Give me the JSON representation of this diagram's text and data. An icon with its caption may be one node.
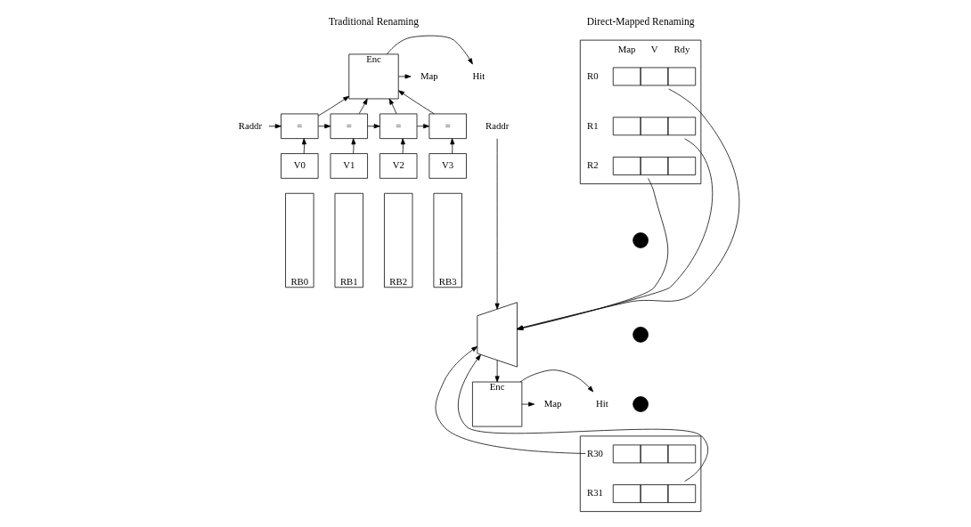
{
  "diagram": {
    "nodes": [
      {
        "text": [
          "Enc"
        ]
      },
      {
        "text": [
          "Hit"
        ]
      },
      {
        "text": [
          "Map"
        ]
      },
      {
        "text": [
          "Raddr"
        ]
      },
      {
        "text": [
          "="
        ]
      },
      {
        "text": [
          "="
        ]
      },
      {
        "text": [
          "="
        ]
      },
      {
        "text": [
          "="
        ]
      },
      {
        "text": [
          "V0"
        ]
      },
      {
        "text": [
          "V1"
        ]
      },
      {
        "text": [
          "V2"
        ]
      },
      {
        "text": [
          "V3"
        ]
      },
      {
        "text": [
          "RB0"
        ]
      },
      {
        "text": [
          "RB1"
        ]
      },
      {
        "text": [
          "RB2"
        ]
      },
      {
        "text": [
          "RB3"
        ]
      },
      {
        "text": [
          "Map",
          "V",
          "Rdy"
        ]
      },
      {
        "text": [
          "R0"
        ],
        "in": 16
      },
      {
        "text": [
          "R1"
        ],
        "in": 16
      },
      {
        "text": [
          "R2"
        ],
        "in": 16
      },
      {
        "text": [],
        "shape": "circle"
      },
      {
        "text": [],
        "shape": "circle"
      },
      {
        "text": [],
        "shape": "circle"
      },
      {
        "text": [],
        "shape": "box"
      },
      {
        "text": [
          "R30"
        ],
        "in": 23
      },
      {
        "text": [
          "R31"
        ],
        "in": 23
      },
      {
        "text": [
          "Raddr"
        ]
      },
      {
        "text": [],
        "shape": "trapezoid"
      },
      {
        "text": [
          "Enc"
        ]
      },
      {
        "text": [
          "Hit"
        ]
      },
      {
        "text": [
          "Map"
        ]
      }
    ],
    "edges": [
      {
        "from": 3,
        "to": 4,
        "arrow": "to"
      },
      {
        "from": 4,
        "to": 5,
        "arrow": "to"
      },
      {
        "from": 5,
        "to": 6,
        "arrow": "to"
      },
      {
        "from": 6,
        "to": 7,
        "arrow": "to"
      },
      {
        "from": 8,
        "to": 4,
        "arrow": "to"
      },
      {
        "from": 9,
        "to": 5,
        "arrow": "to"
      },
      {
        "from": 10,
        "to": 6,
        "arrow": "to"
      },
      {
        "from": 11,
        "to": 7,
        "arrow": "to"
      },
      {
        "from": 4,
        "to": 0,
        "arrow": "to"
      },
      {
        "from": 5,
        "to": 0,
        "arrow": "to"
      },
      {
        "from": 6,
        "to": 0,
        "arrow": "to"
      },
      {
        "from": 7,
        "to": 0,
        "arrow": "to"
      },
      {
        "from": 0,
        "to": 1,
        "arrow": "to"
      },
      {
        "from": 0,
        "to": 2,
        "arrow": "to"
      },
      {
        "from": 17,
        "to": 27,
        "arrow": "to"
      },
      {
        "from": 18,
        "to": 27,
        "arrow": "to"
      },
      {
        "from": 19,
        "to": 27,
        "arrow": "to"
      },
      {
        "from": 24,
        "to": 27,
        "arrow": "to"
      },
      {
        "from": 25,
        "to": 27,
        "arrow": "to"
      },
      {
        "from": 26,
        "to": 27,
        "arrow": "to"
      },
      {
        "from": 27,
        "to": 28,
        "arrow": "to"
      },
      {
        "from": 28,
        "to": 29,
        "arrow": "to"
      },
      {
        "from": 28,
        "to": 30,
        "arrow": "to"
      }
    ],
    "labels": [
      "Traditional Renaming",
      "Direct-Mapped Renaming"
    ]
  }
}
